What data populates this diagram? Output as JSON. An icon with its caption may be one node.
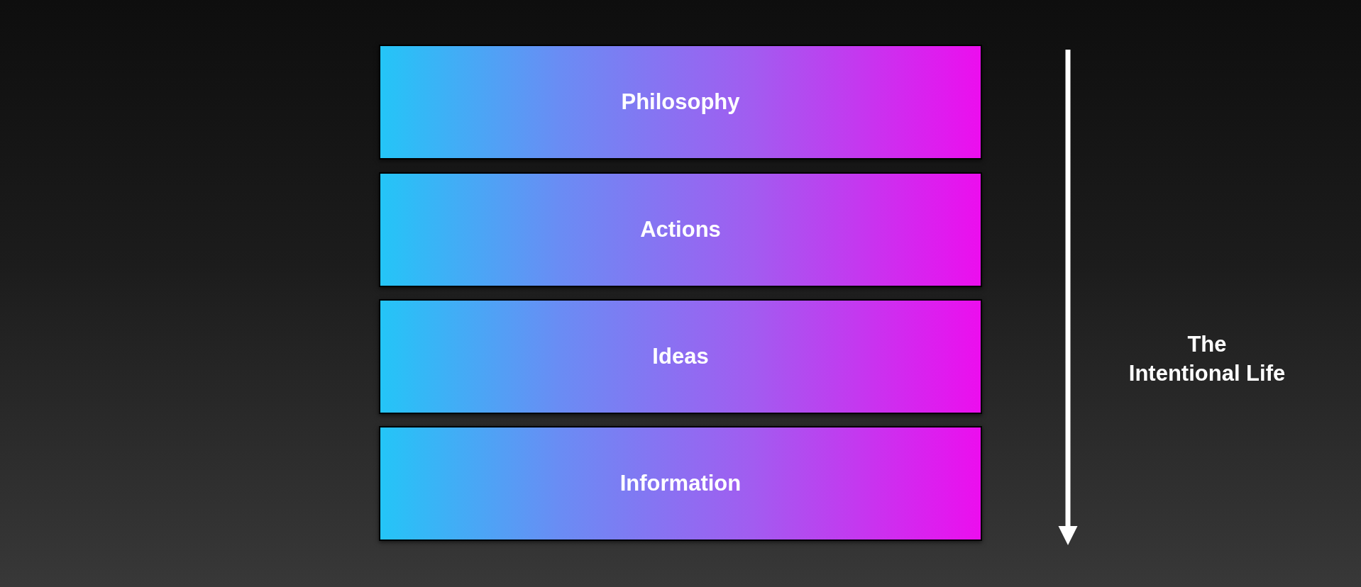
{
  "diagram": {
    "nodes": [
      {
        "text": [
          "Philosophy"
        ]
      },
      {
        "text": [
          "Actions"
        ]
      },
      {
        "text": [
          "Ideas"
        ]
      },
      {
        "text": [
          "Information"
        ]
      }
    ],
    "labels": [
      "The Intentional Life"
    ]
  }
}
